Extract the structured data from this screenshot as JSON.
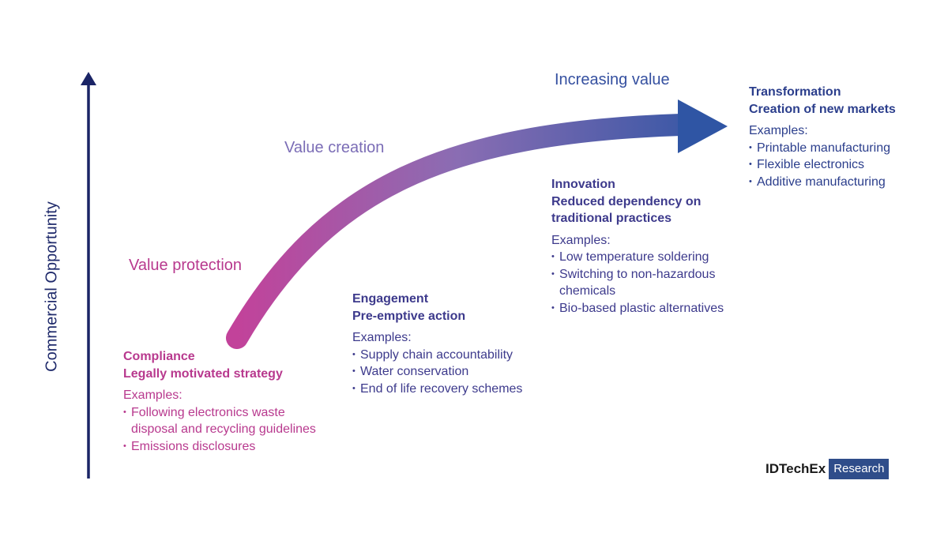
{
  "axis": {
    "y_label": "Commercial Opportunity"
  },
  "stage_labels": {
    "value_protection": "Value protection",
    "value_creation": "Value creation",
    "increasing_value": "Increasing value"
  },
  "stages": {
    "compliance": {
      "title": "Compliance",
      "subtitle": "Legally motivated strategy",
      "examples_heading": "Examples:",
      "examples": [
        "Following electronics waste disposal and recycling guidelines",
        "Emissions disclosures"
      ]
    },
    "engagement": {
      "title": "Engagement",
      "subtitle": "Pre-emptive action",
      "examples_heading": "Examples:",
      "examples": [
        "Supply chain accountability",
        "Water conservation",
        "End of life recovery schemes"
      ]
    },
    "innovation": {
      "title": "Innovation",
      "subtitle": "Reduced dependency on traditional practices",
      "examples_heading": "Examples:",
      "examples": [
        "Low temperature soldering",
        "Switching to non-hazardous chemicals",
        "Bio-based plastic alternatives"
      ]
    },
    "transformation": {
      "title": "Transformation",
      "subtitle": "Creation of new markets",
      "examples_heading": "Examples:",
      "examples": [
        "Printable manufacturing",
        "Flexible electronics",
        "Additive manufacturing"
      ]
    }
  },
  "brand": {
    "name": "IDTechEx",
    "tag": "Research"
  },
  "colors": {
    "axis": "#1a2466",
    "pink": "#b8398e",
    "purple": "#3d3a8c",
    "navy": "#2b3e8c",
    "arrow_start": "#c2429a",
    "arrow_mid": "#7e70b8",
    "arrow_end": "#2f55a4",
    "brand_tag_bg": "#2f4d8a"
  }
}
